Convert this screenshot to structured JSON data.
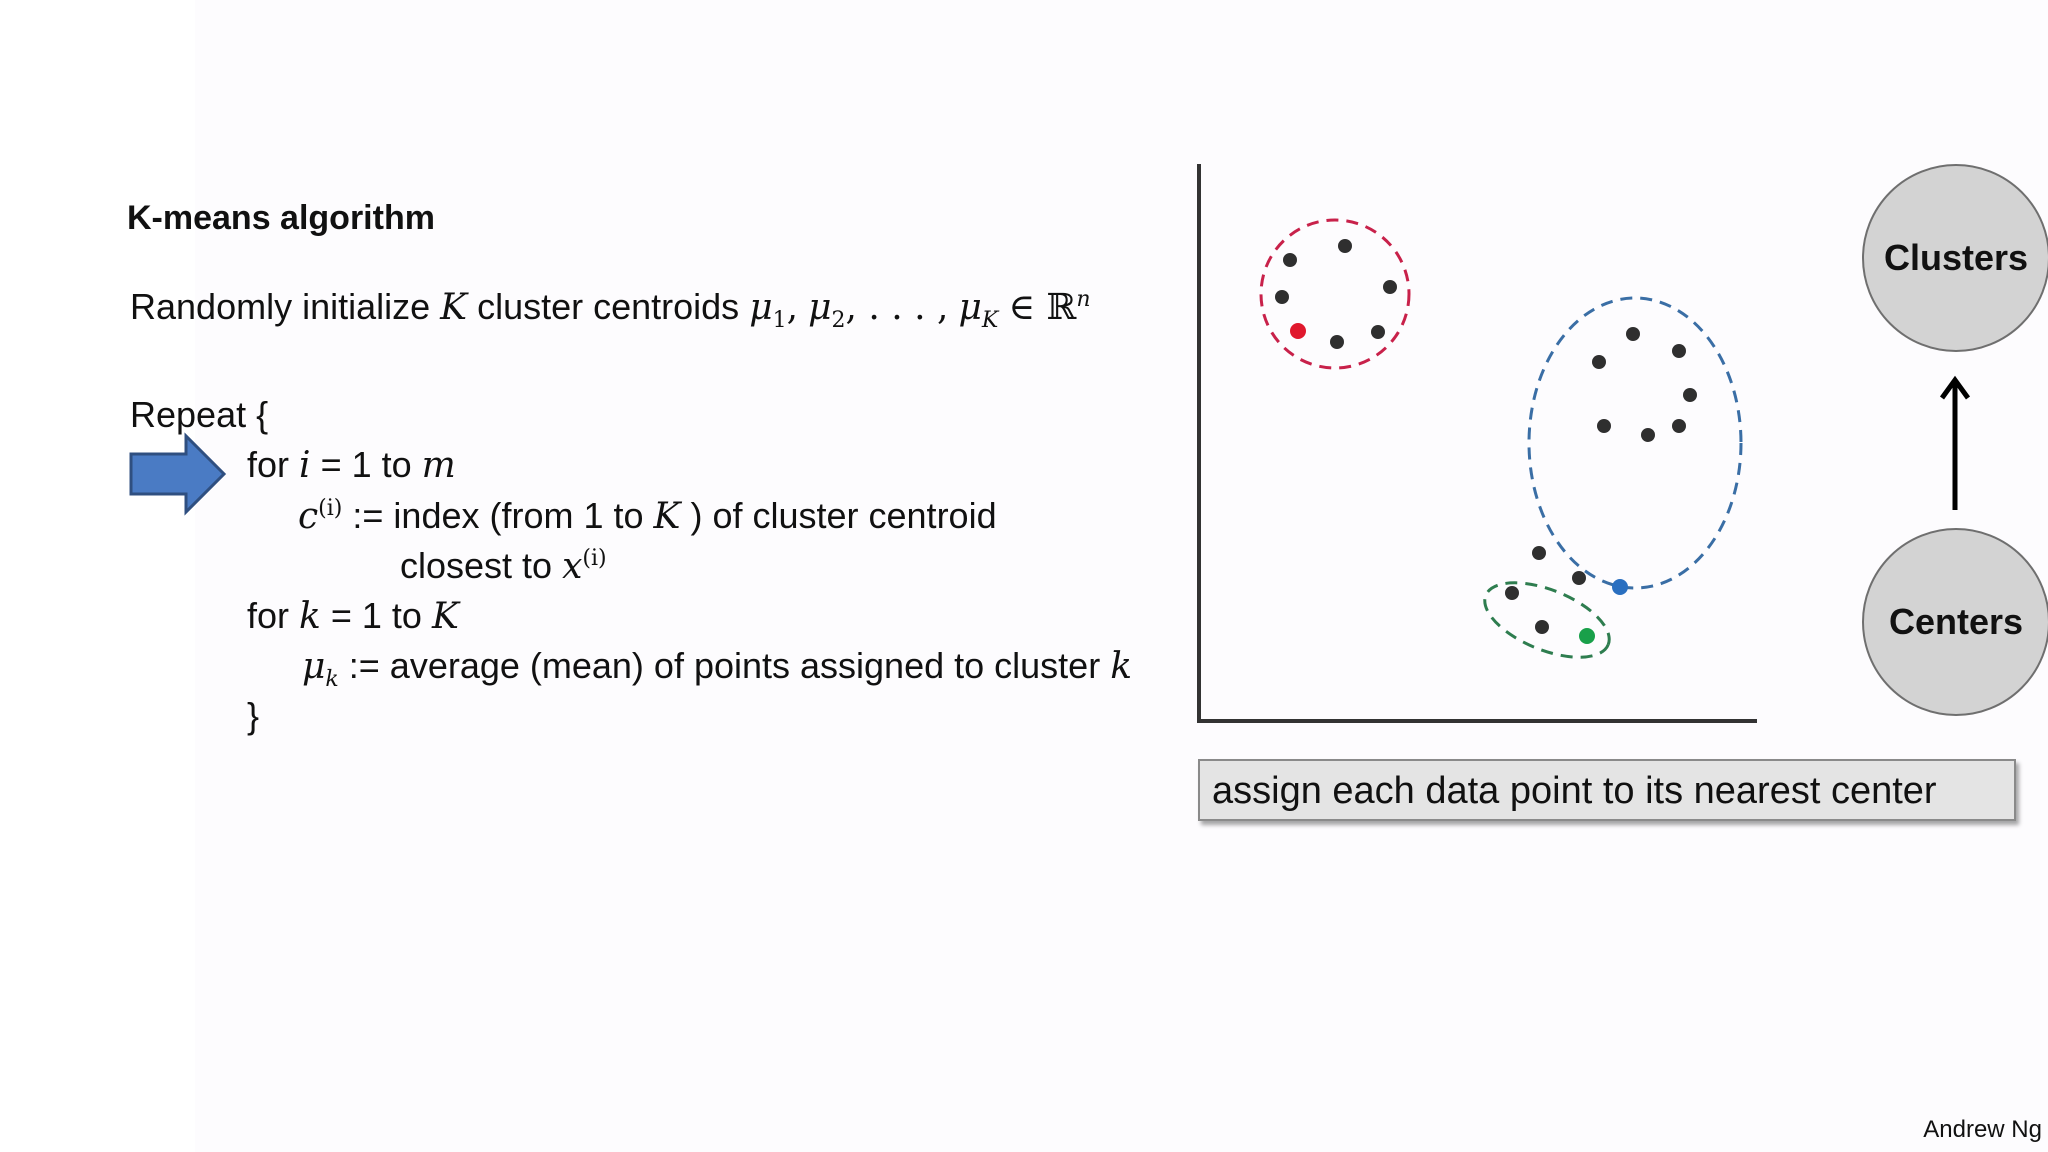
{
  "slide": {
    "title": "K-means algorithm",
    "init": {
      "prefix": "Randomly initialize",
      "K": "K",
      "mid": "cluster centroids",
      "mu1": "μ",
      "sub1": "1",
      "mu2": "μ",
      "sub2": "2",
      "dots": ", . . . ,",
      "muK": "μ",
      "subK": "K",
      "in_set": "∈ ℝ",
      "sup_n": "n"
    },
    "repeat_open": "Repeat {",
    "for_i": {
      "for": "for",
      "var": "i",
      "rest": "= 1 to",
      "m": "m"
    },
    "assign": {
      "c": "c",
      "sup": "(i)",
      "text": ":= index (from 1 to",
      "K": "K",
      "tail": ") of cluster centroid"
    },
    "closest": {
      "text": "closest to",
      "x": "x",
      "sup": "(i)"
    },
    "for_k": {
      "for": "for",
      "var": "k",
      "rest": "= 1 to",
      "K": "K"
    },
    "update": {
      "mu": "μ",
      "sub": "k",
      "text": ":= average (mean) of points assigned to cluster",
      "k": "k"
    },
    "repeat_close": "}"
  },
  "diagram": {
    "clusters_label": "Clusters",
    "centers_label": "Centers",
    "caption": "assign each data point to its nearest center",
    "colors": {
      "red_cluster": "#c8214a",
      "blue_cluster": "#3a6ea5",
      "green_cluster": "#2e7d4f",
      "point": "#2f2f2f",
      "red_center": "#e0182d",
      "blue_center": "#2a6fc0",
      "green_center": "#19a04a",
      "arrow": "#4a7bc4"
    }
  },
  "author": "Andrew Ng"
}
